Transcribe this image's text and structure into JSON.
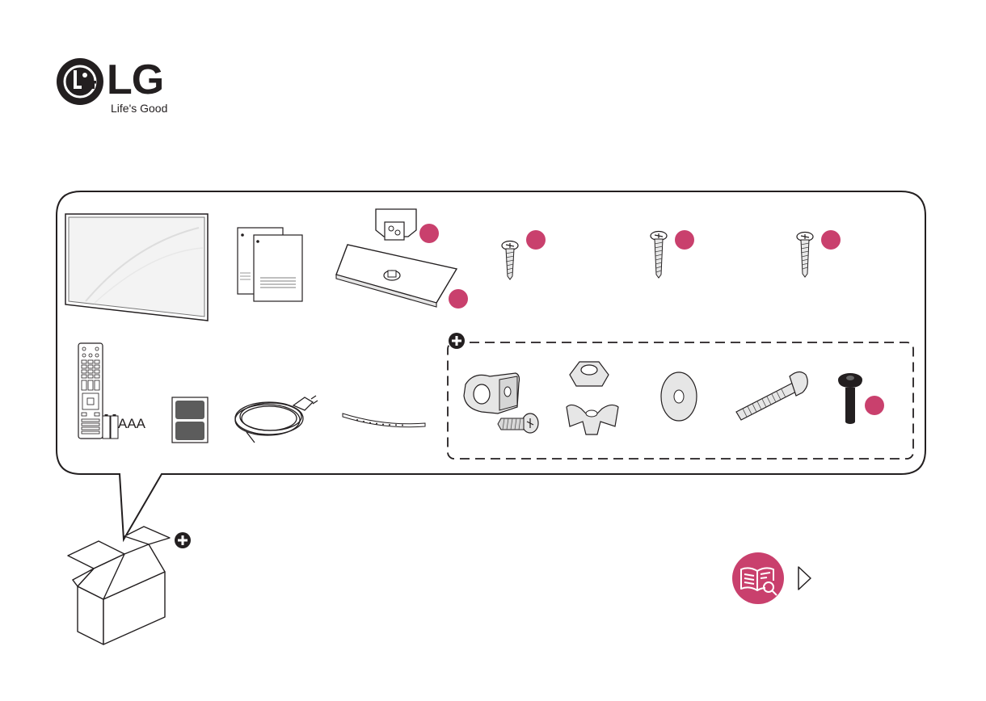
{
  "brand": {
    "name": "LG",
    "tagline": "Life's Good",
    "accent_color": "#c9406d",
    "ink_color": "#231f20"
  },
  "box_contents": {
    "top_row_items": [
      {
        "icon": "tv-panel-icon"
      },
      {
        "icon": "user-manuals-icon"
      },
      {
        "icon": "stand-body-and-base-icon",
        "callouts": 2
      },
      {
        "icon": "screw-icon",
        "callouts": 1
      },
      {
        "icon": "screw-icon",
        "callouts": 1
      },
      {
        "icon": "screw-icon",
        "callouts": 1
      }
    ],
    "bottom_row_items": [
      {
        "icon": "remote-control-icon"
      },
      {
        "icon": "batteries-icon",
        "label": "AAA"
      },
      {
        "icon": "power-adapter-icon"
      },
      {
        "icon": "power-cord-icon"
      },
      {
        "icon": "cable-tie-icon"
      }
    ],
    "optional_group": {
      "icon": "plus-circle-icon",
      "items": [
        {
          "icon": "cable-holder-icon"
        },
        {
          "icon": "wing-nut-icon"
        },
        {
          "icon": "washer-icon"
        },
        {
          "icon": "bolt-icon"
        },
        {
          "icon": "black-screw-icon",
          "callouts": 1
        }
      ]
    }
  },
  "package": {
    "icon": "open-box-icon",
    "badge_icon": "plus-circle-icon"
  },
  "read_manual": {
    "icon": "book-magnifier-icon",
    "arrow_icon": "arrow-right-outline-icon"
  }
}
